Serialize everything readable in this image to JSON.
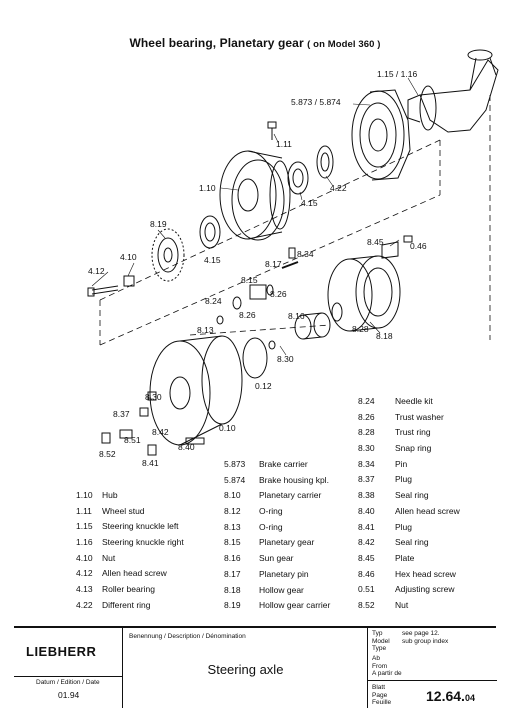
{
  "header": {
    "title": "Wheel bearing, Planetary gear",
    "subtitle": "( on Model 360 )"
  },
  "callouts": {
    "c115": "1.15 / 1.16",
    "c5873": "5.873 / 5.874",
    "c111": "1.11",
    "c110": "1.10",
    "c422": "4.22",
    "c415a": "4.15",
    "c415b": "4.15",
    "c819": "8.19",
    "c410": "4.10",
    "c412": "4.12",
    "c834": "8.34",
    "c817": "8.17",
    "c815": "8.15",
    "c826a": "8.26",
    "c824": "8.24",
    "c826b": "8.26",
    "c845": "8.45",
    "c846": "0.46",
    "c813": "8.13",
    "c816": "8.16",
    "c828": "8.28",
    "c818": "8.18",
    "c830a": "8.30",
    "c012": "0.12",
    "c830b": "8.30",
    "c837": "8.37",
    "c851": "8.51",
    "c842": "8.42",
    "c840": "8.40",
    "c852": "8.52",
    "c841": "8.41",
    "c010": "0.10"
  },
  "parts_left": [
    {
      "no": "1.10",
      "name": "Hub"
    },
    {
      "no": "1.11",
      "name": "Wheel stud"
    },
    {
      "no": "1.15",
      "name": "Steering knuckle left"
    },
    {
      "no": "1.16",
      "name": "Steering knuckle  right"
    },
    {
      "no": "4.10",
      "name": "Nut"
    },
    {
      "no": "4.12",
      "name": "Allen head screw"
    },
    {
      "no": "4.13",
      "name": "Roller bearing"
    },
    {
      "no": "4.22",
      "name": "Different ring"
    }
  ],
  "parts_mid": [
    {
      "no": "5.873",
      "name": "Brake carrier"
    },
    {
      "no": "5.874",
      "name": "Brake housing kpl."
    },
    {
      "no": "8.10",
      "name": "Planetary carrier"
    },
    {
      "no": "8.12",
      "name": "O-ring"
    },
    {
      "no": "8.13",
      "name": "O-ring"
    },
    {
      "no": "8.15",
      "name": "Planetary gear"
    },
    {
      "no": "8.16",
      "name": "Sun gear"
    },
    {
      "no": "8.17",
      "name": "Planetary pin"
    },
    {
      "no": "8.18",
      "name": "Hollow gear"
    },
    {
      "no": "8.19",
      "name": "Hollow gear carrier"
    }
  ],
  "parts_right": [
    {
      "no": "8.24",
      "name": "Needle kit"
    },
    {
      "no": "8.26",
      "name": "Trust washer"
    },
    {
      "no": "8.28",
      "name": "Trust ring"
    },
    {
      "no": "8.30",
      "name": "Snap ring"
    },
    {
      "no": "8.34",
      "name": "Pin"
    },
    {
      "no": "8.37",
      "name": "Plug"
    },
    {
      "no": "8.38",
      "name": "Seal ring"
    },
    {
      "no": "8.40",
      "name": "Allen head screw"
    },
    {
      "no": "8.41",
      "name": "Plug"
    },
    {
      "no": "8.42",
      "name": "Seal ring"
    },
    {
      "no": "8.45",
      "name": "Plate"
    },
    {
      "no": "8.46",
      "name": "Hex head screw"
    },
    {
      "no": "0.51",
      "name": "Adjusting screw"
    },
    {
      "no": "8.52",
      "name": "Nut"
    }
  ],
  "footer": {
    "brand": "LIEBHERR",
    "designation_label": "Benennung / Description / Dénomination",
    "designation": "Steering axle",
    "edition_label": "Datum / Edition / Date",
    "edition": "01.94",
    "type_label_1": "Typ",
    "type_label_2": "Model",
    "type_label_3": "Type",
    "type_value_1": "see page 12.",
    "type_value_2": "sub group index",
    "from_label_1": "Ab",
    "from_label_2": "From",
    "from_label_3": "A partir de",
    "page_label_1": "Blatt",
    "page_label_2": "Page",
    "page_label_3": "Feuille",
    "page_number": "12.64.",
    "page_suffix": "04"
  }
}
